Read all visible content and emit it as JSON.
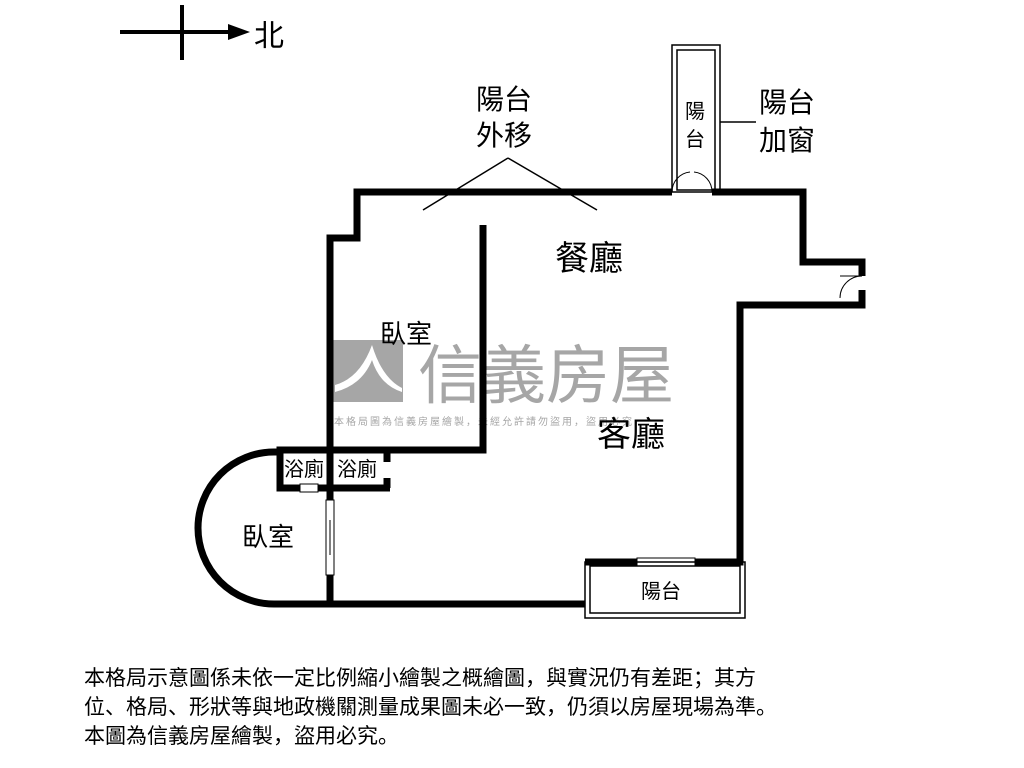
{
  "compass": {
    "label": "北",
    "icon": "north-arrow-icon"
  },
  "rooms": {
    "balcony_moved": [
      "陽台",
      "外移"
    ],
    "balcony_window": [
      "陽台",
      "加窗"
    ],
    "balcony_top": [
      "陽",
      "台"
    ],
    "dining": "餐廳",
    "living": "客廳",
    "bedroom_1": "臥室",
    "bedroom_2": "臥室",
    "bath_1": "浴廁",
    "bath_2": "浴廁",
    "balcony_bottom": "陽台"
  },
  "watermark": {
    "brand": "信義房屋",
    "notice": "本格局圖為信義房屋繪製，未經允許請勿盜用，盜用必究"
  },
  "disclaimer": [
    "本格局示意圖係未依一定比例縮小繪製之概繪圖，與實況仍有差距；其方",
    "位、格局、形狀等與地政機關測量成果圖未必一致，仍須以房屋現場為準。",
    "本圖為信義房屋繪製，盜用必究。"
  ],
  "colors": {
    "wall": "#000000",
    "watermark": "#a6a6a6"
  }
}
